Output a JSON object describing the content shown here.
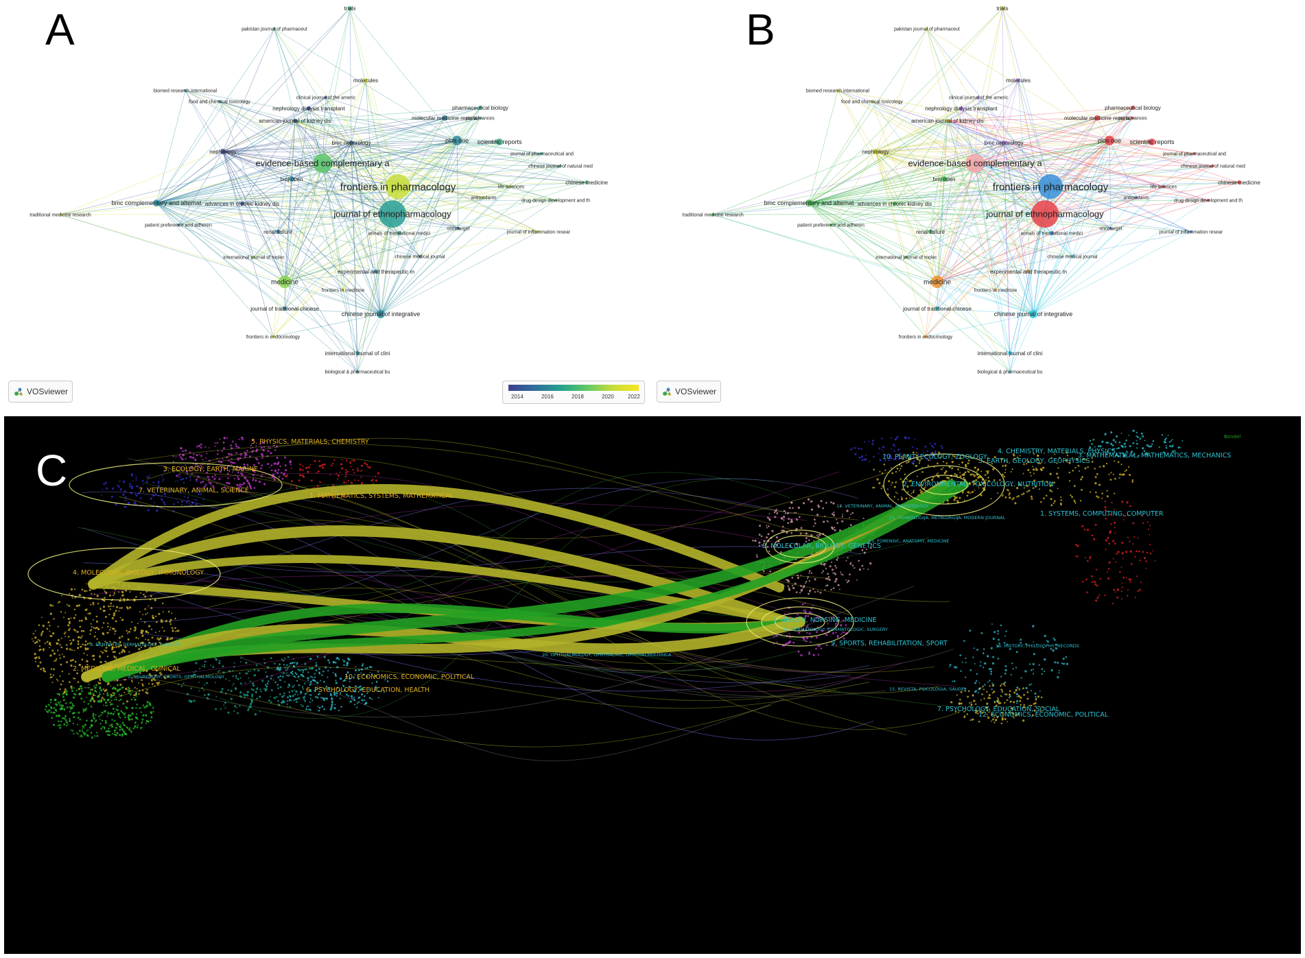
{
  "panels": {
    "a": {
      "letter": "A"
    },
    "b": {
      "letter": "B"
    },
    "c": {
      "letter": "C"
    }
  },
  "vosviewer_label": "VOSviewer",
  "colorbar": {
    "ticks": [
      "2014",
      "2016",
      "2018",
      "2020",
      "2022"
    ]
  },
  "colors": {
    "overlay_low": "#3e3f8f",
    "overlay_high": "#f6e61f",
    "cluster_red": "#e8434a",
    "cluster_blue": "#3a8fd8",
    "cluster_green": "#3cb54a",
    "cluster_yellow": "#c9c82a",
    "cluster_purple": "#a36fdc",
    "cluster_cyan": "#33c7e0",
    "cluster_orange": "#f09030",
    "dual_map_yellow": "#b3b32a",
    "dual_map_green": "#22a022"
  },
  "nodes": [
    {
      "label": "trials",
      "color_a": "#3fb48a",
      "color_b": "#c9c82a"
    },
    {
      "label": "pakistan journal of pharmaceut",
      "color_a": "#3a9c9a",
      "color_b": "#c9c82a"
    },
    {
      "label": "molecules",
      "color_a": "#d7e033",
      "color_b": "#a36fdc"
    },
    {
      "label": "biomed research international",
      "color_a": "#3d8d9d",
      "color_b": "#c9c82a"
    },
    {
      "label": "clinical journal of the americ",
      "color_a": "#3b5f93",
      "color_b": "#a36fdc"
    },
    {
      "label": "food and chemical toxicology",
      "color_a": "#3c8c9c",
      "color_b": "#c9c82a"
    },
    {
      "label": "nephrology dialysis transplant",
      "color_a": "#3c4f8f",
      "color_b": "#a36fdc"
    },
    {
      "label": "pharmaceutical biology",
      "color_a": "#36b088",
      "color_b": "#e8434a"
    },
    {
      "label": "american journal of kidney dis",
      "color_a": "#404a8c",
      "color_b": "#c9c82a"
    },
    {
      "label": "molecular medicine reports",
      "color_a": "#2f7d9a",
      "color_b": "#e8434a"
    },
    {
      "label": "rsc advances",
      "color_a": "#3eb48a",
      "color_b": "#e8434a"
    },
    {
      "label": "bmc nephrology",
      "color_a": "#3a6596",
      "color_b": "#a36fdc"
    },
    {
      "label": "plos one",
      "color_a": "#2f8ca0",
      "color_b": "#e8434a"
    },
    {
      "label": "scientific reports",
      "color_a": "#35ac8b",
      "color_b": "#e8434a"
    },
    {
      "label": "nephrology",
      "color_a": "#3f4b8e",
      "color_b": "#c9c82a"
    },
    {
      "label": "evidence-based complementary a",
      "color_a": "#5cc46a",
      "color_b": "#f1a4a8"
    },
    {
      "label": "journal of pharmaceutical and",
      "color_a": "#3aa48f",
      "color_b": "#e8434a"
    },
    {
      "label": "chinese journal of natural med",
      "color_a": "#3ca18f",
      "color_b": "#e8434a"
    },
    {
      "label": "bmj open",
      "color_a": "#2f8ca0",
      "color_b": "#3cb54a"
    },
    {
      "label": "frontiers in pharmacology",
      "color_a": "#c6dd38",
      "color_b": "#3a8fd8"
    },
    {
      "label": "life sciences",
      "color_a": "#c6dd38",
      "color_b": "#e8434a"
    },
    {
      "label": "chinese medicine",
      "color_a": "#4fc070",
      "color_b": "#e8434a"
    },
    {
      "label": "antioxidants",
      "color_a": "#d7e033",
      "color_b": "#3a8fd8"
    },
    {
      "label": "drug design development and th",
      "color_a": "#6fcd5a",
      "color_b": "#e8434a"
    },
    {
      "label": "bmc complementary and alternat",
      "color_a": "#2f8ca0",
      "color_b": "#3cb54a"
    },
    {
      "label": "advances in chronic kidney dis",
      "color_a": "#3f4b8e",
      "color_b": "#3cb54a"
    },
    {
      "label": "traditional medicine research",
      "color_a": "#d7e033",
      "color_b": "#3cb54a"
    },
    {
      "label": "journal of ethnopharmacology",
      "color_a": "#2a9f95",
      "color_b": "#e8434a"
    },
    {
      "label": "patient preference and adheren",
      "color_a": "#3c8c9c",
      "color_b": "#3cb54a"
    },
    {
      "label": "renal failure",
      "color_a": "#2a7f9c",
      "color_b": "#3cb54a"
    },
    {
      "label": "oncotarget",
      "color_a": "#35638f",
      "color_b": "#3a8fd8"
    },
    {
      "label": "annals of translational medici",
      "color_a": "#3cae8a",
      "color_b": "#3a8fd8"
    },
    {
      "label": "journal of inflammation resear",
      "color_a": "#d7e033",
      "color_b": "#3a8fd8"
    },
    {
      "label": "international journal of molec",
      "color_a": "#8ad24f",
      "color_b": "#3cb54a"
    },
    {
      "label": "chinese medical journal",
      "color_a": "#3a6f98",
      "color_b": "#33c7e0"
    },
    {
      "label": "experimental and therapeutic m",
      "color_a": "#3a8a9c",
      "color_b": "#f09030"
    },
    {
      "label": "medicine",
      "color_a": "#8ad24f",
      "color_b": "#f09030"
    },
    {
      "label": "frontiers in medicine",
      "color_a": "#d7e033",
      "color_b": "#f09030"
    },
    {
      "label": "journal of traditional chinese",
      "color_a": "#2f8ca0",
      "color_b": "#33c7e0"
    },
    {
      "label": "chinese journal of integrative",
      "color_a": "#2f8ca0",
      "color_b": "#33c7e0"
    },
    {
      "label": "frontiers in endocrinology",
      "color_a": "#d7e033",
      "color_b": "#f09030"
    },
    {
      "label": "international journal of clini",
      "color_a": "#2f8ca0",
      "color_b": "#33c7e0"
    },
    {
      "label": "biological & pharmaceutical bu",
      "color_a": "#2f8ca0",
      "color_b": "#33c7e0"
    }
  ],
  "dual_map": {
    "left_labels": [
      "5. PHYSICS, MATERIALS, CHEMISTRY",
      "3. ECOLOGY, EARTH, MARINE",
      "7. VETERINARY, ANIMAL, SCIENCE",
      "1. MATHEMATICS, SYSTEMS, MATHEMATICAL",
      "4. MOLECULAR, BIOLOGY, IMMUNOLOGY",
      "2. MEDICINE, MEDICAL, CLINICAL",
      "10. ECONOMICS, ECONOMIC, POLITICAL",
      "6. PSYCHOLOGY, EDUCATION, HEALTH"
    ],
    "right_labels": [
      "10. PLANT, ECOLOGY, ZOOLOGY",
      "4. CHEMISTRY, MATERIALS, PHYSICS",
      "3. MATHEMATICAL, MATHEMATICS, MECHANICS",
      "3. EARTH, GEOLOGY, GEOPHYSICS",
      "2. ENVIRONMENTAL, TOXICOLOGY, NUTRITION",
      "1. SYSTEMS, COMPUTING, COMPUTER",
      "8. MOLECULAR, BIOLOGY, GENETICS",
      "5. HEALTH, NURSING, MEDICINE",
      "9. SPORTS, REHABILITATION, SPORT",
      "7. PSYCHOLOGY, EDUCATION, SOCIAL",
      "12. ECONOMICS, ECONOMIC, POLITICAL"
    ],
    "faint_labels": [
      "13. VETERINARY, ANIMAL, PARASITOLOGY",
      "21. TEHNOLOGIJA, METALURGIJA, MODERN JOURNAL",
      "11. FORENSIC, ANATOMY, MEDICINE",
      "16. HISTORY, PHILOSOPHY, RECORDS",
      "15. REVISTA, PSICOLOGIA, SAUDE",
      "14. DERMATOLOGY, DERMATOLOGIC, SURGERY",
      "20. OPHTHALMOLOGY, OPHTHALMIC, OPHTHALMOLOGICA",
      "8. DENTISTRY, DERMATOLOGY, SURGERY",
      "9. NEUROLOGY, SPORTS, OPHTHALMOLOGY"
    ],
    "corner_label": "Bondel"
  }
}
